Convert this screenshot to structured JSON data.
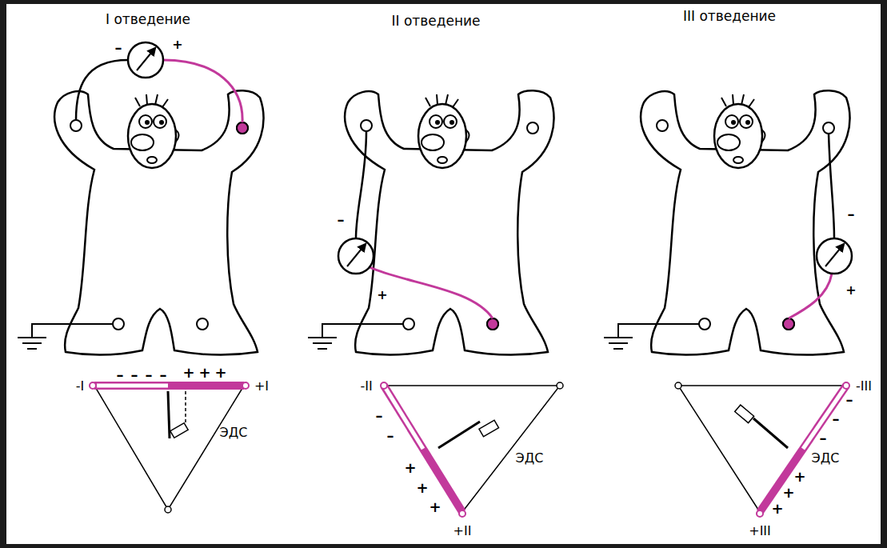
{
  "diagram": {
    "labels": [
      "I отведение",
      "II отведение",
      "III отведение",
      "–",
      "+",
      "-I",
      "+I",
      "–",
      "–",
      "–",
      "–",
      "+",
      "+",
      "+",
      "ЭДС",
      "–",
      "+",
      "-II",
      "+II",
      "–",
      "–",
      "+",
      "+",
      "+",
      "ЭДС",
      "–",
      "+",
      "-III",
      "+III",
      "–",
      "–",
      "–",
      "ЭДС",
      "+",
      "+",
      "+"
    ]
  }
}
